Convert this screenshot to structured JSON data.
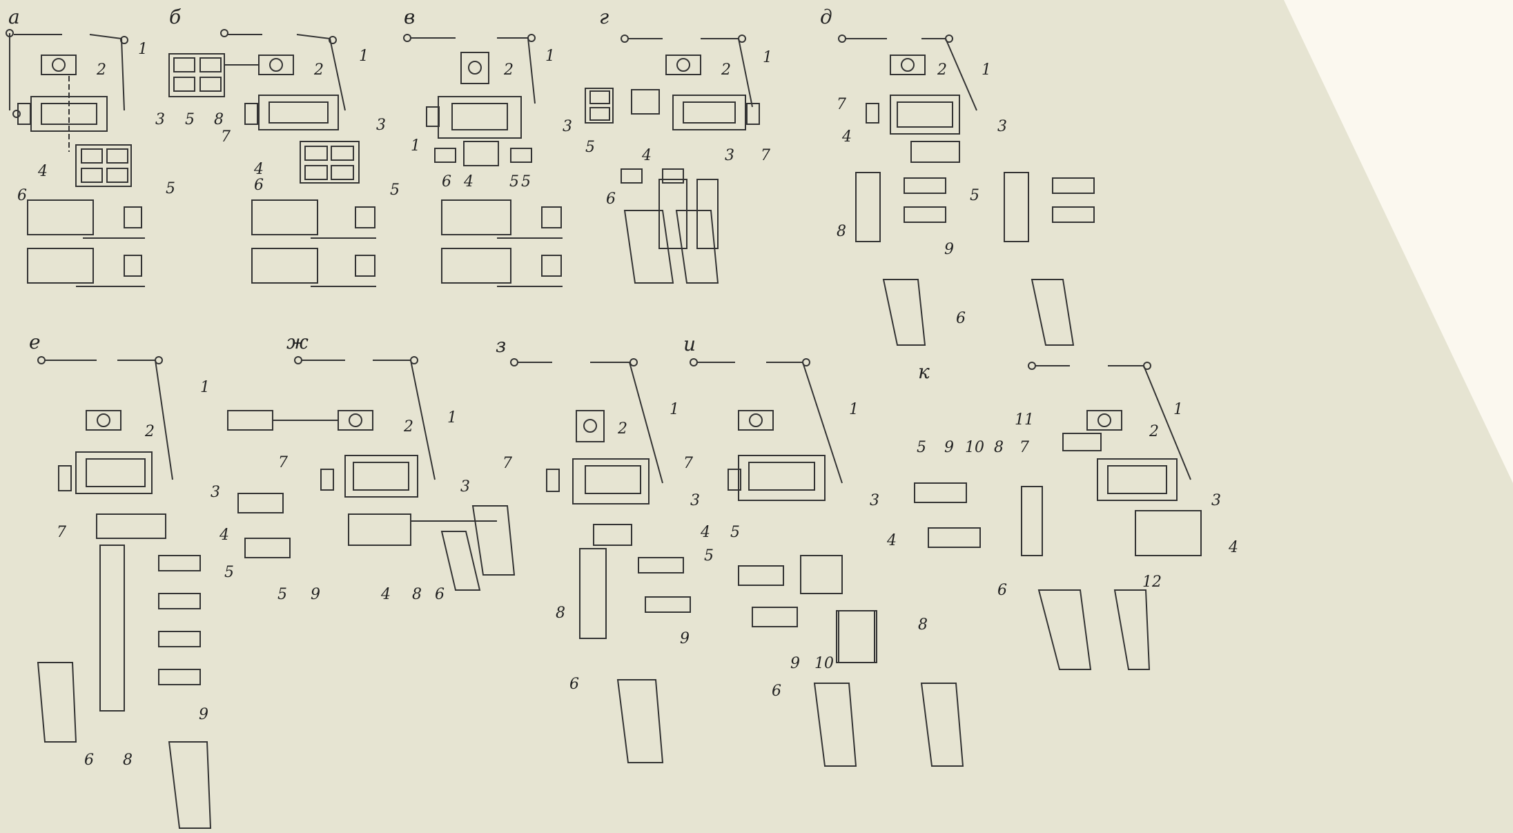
{
  "colors": {
    "paper": "#e6e4d2",
    "paper_right": "#fbf8ef",
    "ink": "#222222"
  },
  "panels": [
    {
      "letter": "а",
      "labels": [
        "1",
        "2",
        "3",
        "4",
        "5",
        "6"
      ]
    },
    {
      "letter": "б",
      "labels": [
        "1",
        "2",
        "3",
        "4",
        "5",
        "6",
        "7",
        "8",
        "5"
      ]
    },
    {
      "letter": "в",
      "labels": [
        "1",
        "2",
        "3",
        "1",
        "4",
        "5",
        "6",
        "5"
      ]
    },
    {
      "letter": "г",
      "labels": [
        "1",
        "2",
        "3",
        "4",
        "5",
        "6",
        "7"
      ]
    },
    {
      "letter": "д",
      "labels": [
        "1",
        "2",
        "3",
        "4",
        "5",
        "6",
        "7",
        "8",
        "9"
      ]
    },
    {
      "letter": "е",
      "labels": [
        "1",
        "2",
        "3",
        "4",
        "5",
        "6",
        "7",
        "8",
        "9"
      ]
    },
    {
      "letter": "ж",
      "labels": [
        "1",
        "2",
        "3",
        "4",
        "5",
        "6",
        "7",
        "8",
        "9"
      ]
    },
    {
      "letter": "з",
      "labels": [
        "1",
        "2",
        "3",
        "4",
        "5",
        "6",
        "7",
        "8",
        "9"
      ]
    },
    {
      "letter": "и",
      "labels": [
        "1",
        "3",
        "4",
        "5",
        "6",
        "7",
        "8",
        "9",
        "10"
      ]
    },
    {
      "letter": "к",
      "labels": [
        "1",
        "2",
        "3",
        "4",
        "5",
        "6",
        "7",
        "8",
        "9",
        "10",
        "11",
        "12"
      ]
    }
  ]
}
